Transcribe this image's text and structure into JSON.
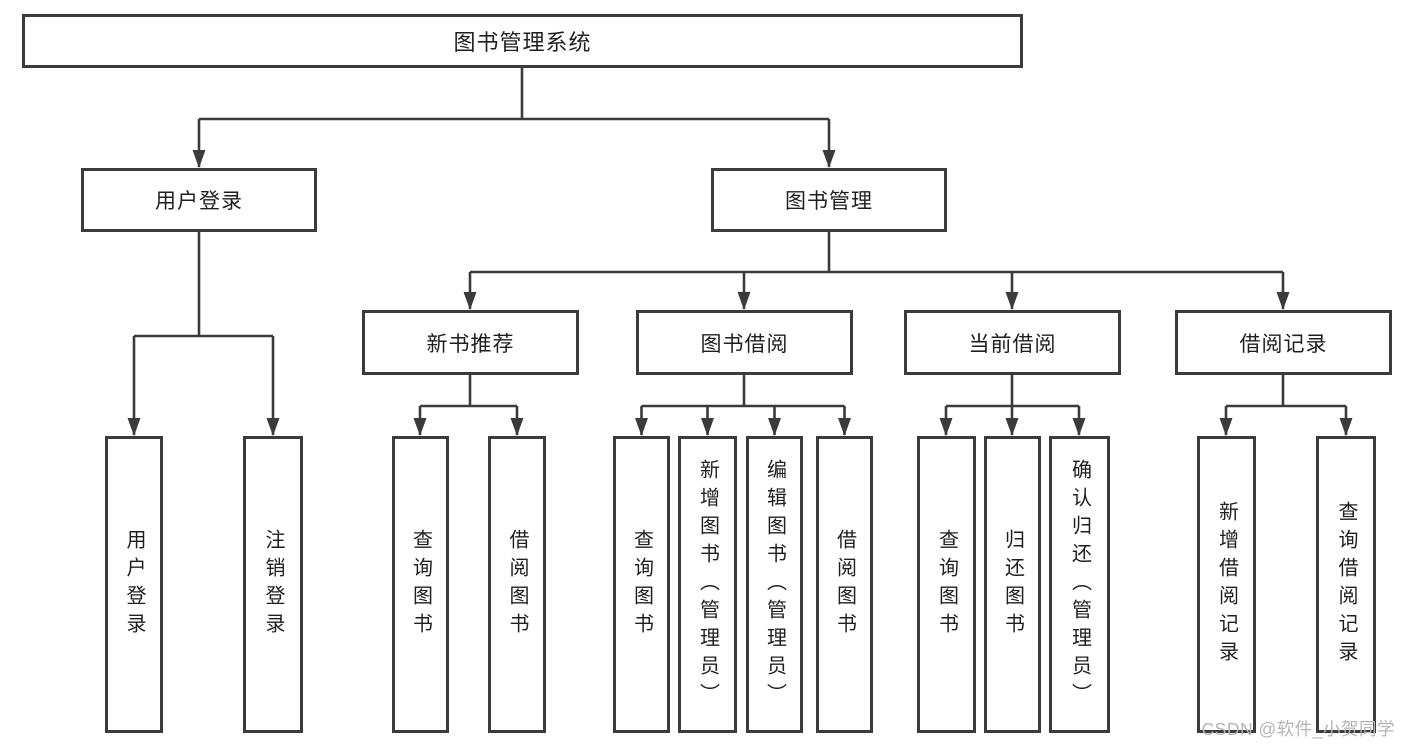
{
  "tree": {
    "root": {
      "label": "图书管理系统"
    },
    "branches": [
      {
        "label": "用户登录",
        "children": [
          {
            "label": "用户登录"
          },
          {
            "label": "注销登录"
          }
        ]
      },
      {
        "label": "图书管理",
        "children": [
          {
            "label": "新书推荐",
            "children": [
              {
                "label": "查询图书"
              },
              {
                "label": "借阅图书"
              }
            ]
          },
          {
            "label": "图书借阅",
            "children": [
              {
                "label": "查询图书"
              },
              {
                "label": "新增图书（管理员）"
              },
              {
                "label": "编辑图书（管理员）"
              },
              {
                "label": "借阅图书"
              }
            ]
          },
          {
            "label": "当前借阅",
            "children": [
              {
                "label": "查询图书"
              },
              {
                "label": "归还图书"
              },
              {
                "label": "确认归还（管理员）"
              }
            ]
          },
          {
            "label": "借阅记录",
            "children": [
              {
                "label": "新增借阅记录"
              },
              {
                "label": "查询借阅记录"
              }
            ]
          }
        ]
      }
    ]
  },
  "watermark": {
    "text": "CSDN @软件_小贺同学"
  },
  "colors": {
    "border": "#3b3b3b",
    "line": "#3b3b3b",
    "text": "#1f1f1f",
    "watermark": "#b4b4b4",
    "background": "#ffffff"
  }
}
